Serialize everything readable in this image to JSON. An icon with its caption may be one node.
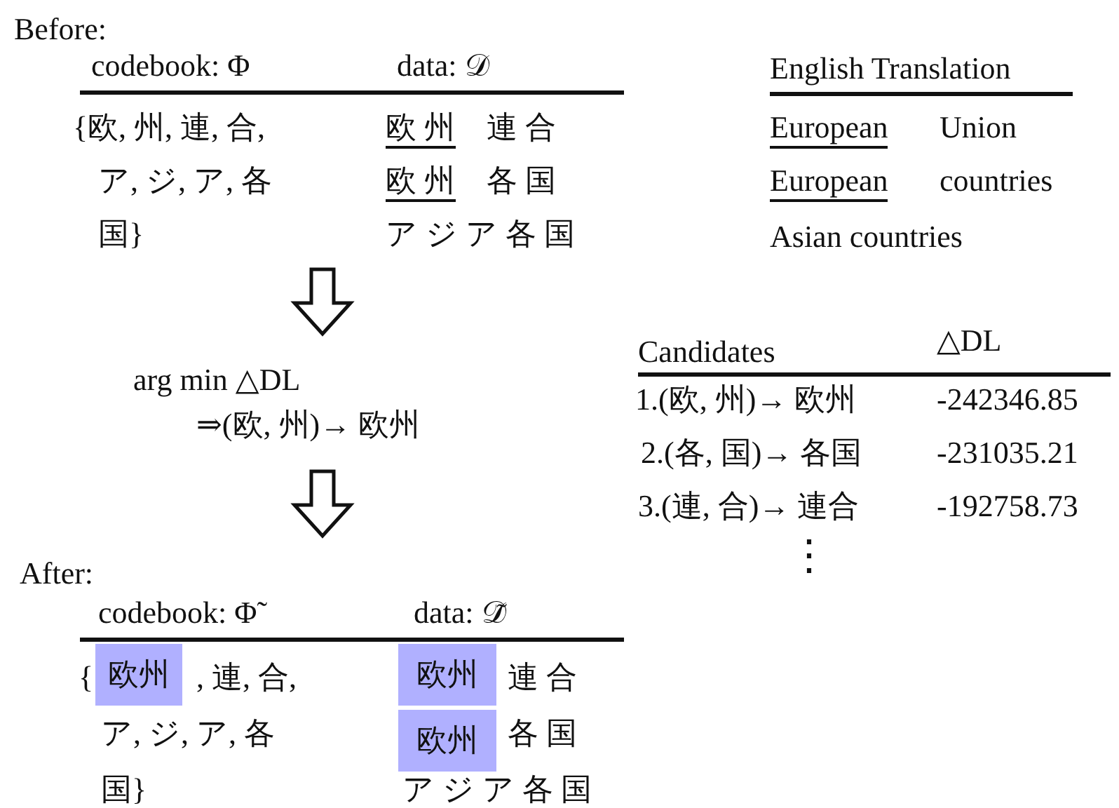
{
  "diagram": {
    "nodes": [
      {
        "text": [
          "欧州"
        ]
      },
      {
        "text": [
          "欧州"
        ]
      },
      {
        "text": [
          "欧州"
        ]
      }
    ],
    "labels": [
      "Before:",
      "codebook: Φ",
      "data: 𝒟",
      "{欧, 州, 連, 合,",
      "ア, ジ, ア, 各",
      "国}",
      "欧 州",
      "連 合",
      "欧 州",
      "各 国",
      "ア ジ ア 各 国",
      "English Translation",
      "European",
      "Union",
      "European",
      "countries",
      "Asian countries",
      "arg min △DL",
      "⇒(欧, 州)→ 欧州",
      "Candidates",
      "△DL",
      "1.(欧, 州)→ 欧州",
      "-242346.85",
      "2.(各, 国)→ 各国",
      "-231035.21",
      "3.(連, 合)→ 連合",
      "-192758.73",
      "⋮",
      "After:",
      "codebook: Φ̃",
      "data: 𝒟̃",
      "{",
      ", 連, 合,",
      "ア, ジ, ア, 各",
      "国}",
      "連 合",
      "各 国",
      "ア ジ ア 各 国"
    ]
  }
}
